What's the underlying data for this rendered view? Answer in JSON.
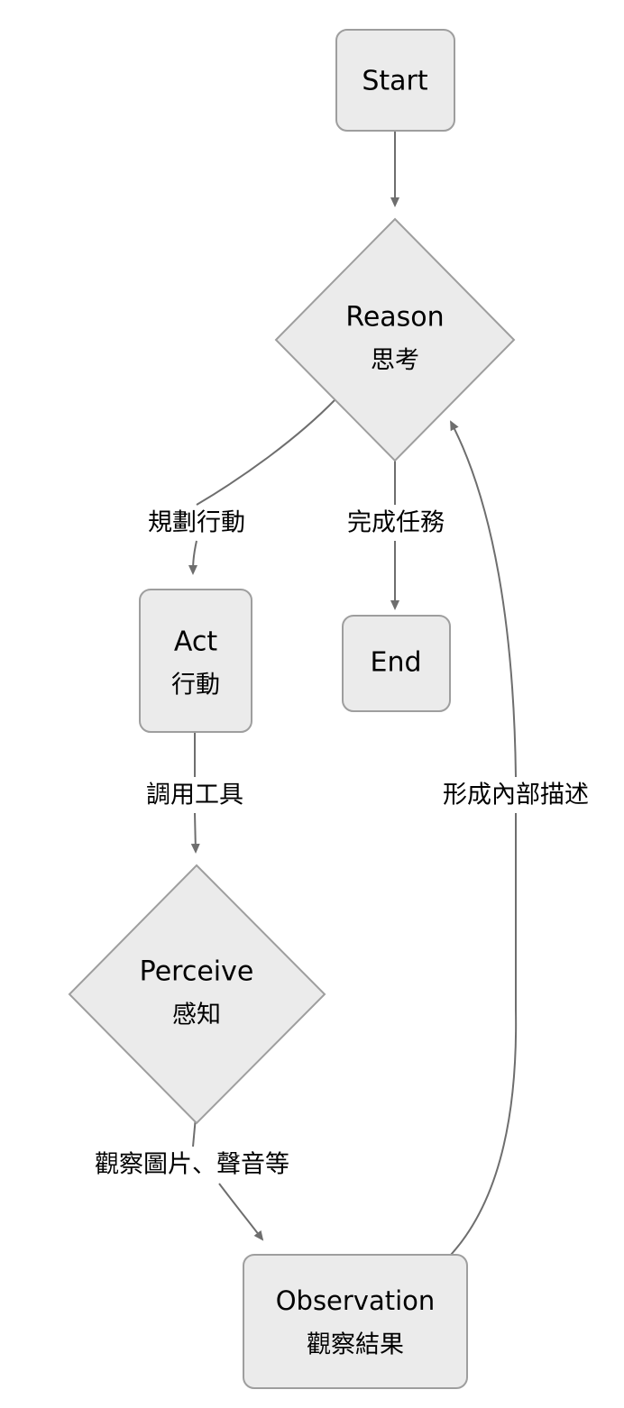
{
  "diagram": {
    "type": "flowchart",
    "title": "Agent Reason-Act-Perceive-Observation loop",
    "colors": {
      "node_fill": "#ebebeb",
      "node_stroke": "#9e9e9e",
      "edge_stroke": "#6e6e6e",
      "text": "#000000",
      "background": "#ffffff"
    },
    "nodes": [
      {
        "id": "start",
        "shape": "rounded-rect",
        "label_en": "Start",
        "label_zh": ""
      },
      {
        "id": "reason",
        "shape": "diamond",
        "label_en": "Reason",
        "label_zh": "思考"
      },
      {
        "id": "act",
        "shape": "rounded-rect",
        "label_en": "Act",
        "label_zh": "行動"
      },
      {
        "id": "end",
        "shape": "rounded-rect",
        "label_en": "End",
        "label_zh": ""
      },
      {
        "id": "perceive",
        "shape": "diamond",
        "label_en": "Perceive",
        "label_zh": "感知"
      },
      {
        "id": "observation",
        "shape": "rounded-rect",
        "label_en": "Observation",
        "label_zh": "觀察結果"
      }
    ],
    "edges": [
      {
        "id": "start-reason",
        "from": "start",
        "to": "reason",
        "label": ""
      },
      {
        "id": "reason-act",
        "from": "reason",
        "to": "act",
        "label": "規劃行動"
      },
      {
        "id": "reason-end",
        "from": "reason",
        "to": "end",
        "label": "完成任務"
      },
      {
        "id": "act-perceive",
        "from": "act",
        "to": "perceive",
        "label": "調用工具"
      },
      {
        "id": "perceive-observation",
        "from": "perceive",
        "to": "observation",
        "label": "觀察圖片、聲音等"
      },
      {
        "id": "observation-reason",
        "from": "observation",
        "to": "reason",
        "label": "形成內部描述"
      }
    ]
  }
}
